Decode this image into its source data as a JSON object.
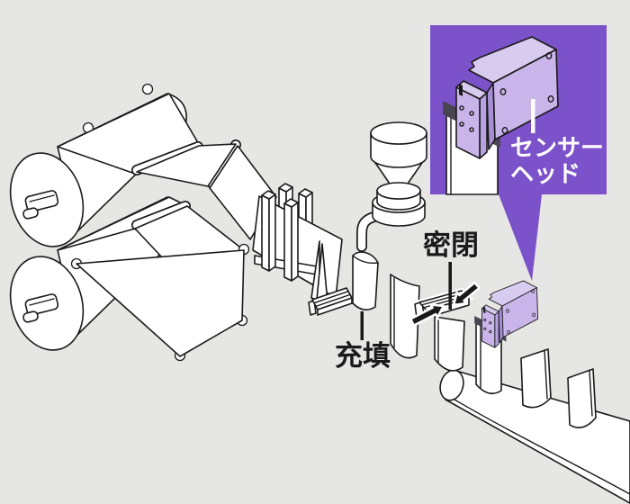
{
  "colors": {
    "background": "#e6e6e5",
    "line": "#1a1a1a",
    "callout_purple": "#7b52c9",
    "sensor_light": "#c9b5ea",
    "sensor_top": "#d8cbf0",
    "sensor_mid": "#b7a2e2",
    "sensor_dark": "#a78fd8",
    "band_dark": "#494652",
    "white": "#ffffff"
  },
  "labels": {
    "filling": "充填",
    "sealing": "密閉",
    "sensor_head_line1": "センサー",
    "sensor_head_line2": "ヘッド"
  }
}
